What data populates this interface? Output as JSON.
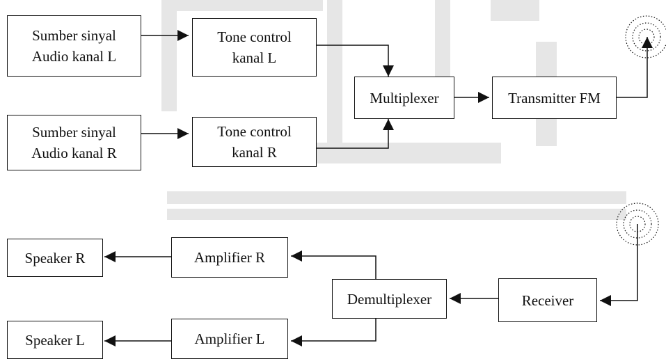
{
  "blocks": {
    "source_l": "Sumber sinyal\nAudio kanal L",
    "source_r": "Sumber sinyal\nAudio kanal R",
    "tone_l": "Tone control\nkanal L",
    "tone_r": "Tone control\nkanal R",
    "multiplexer": "Multiplexer",
    "transmitter": "Transmitter FM",
    "receiver": "Receiver",
    "demultiplexer": "Demultiplexer",
    "amp_r": "Amplifier R",
    "amp_l": "Amplifier L",
    "speaker_r": "Speaker R",
    "speaker_l": "Speaker L"
  },
  "colors": {
    "ink": "#111111",
    "watermark": "#e6e6e6"
  }
}
